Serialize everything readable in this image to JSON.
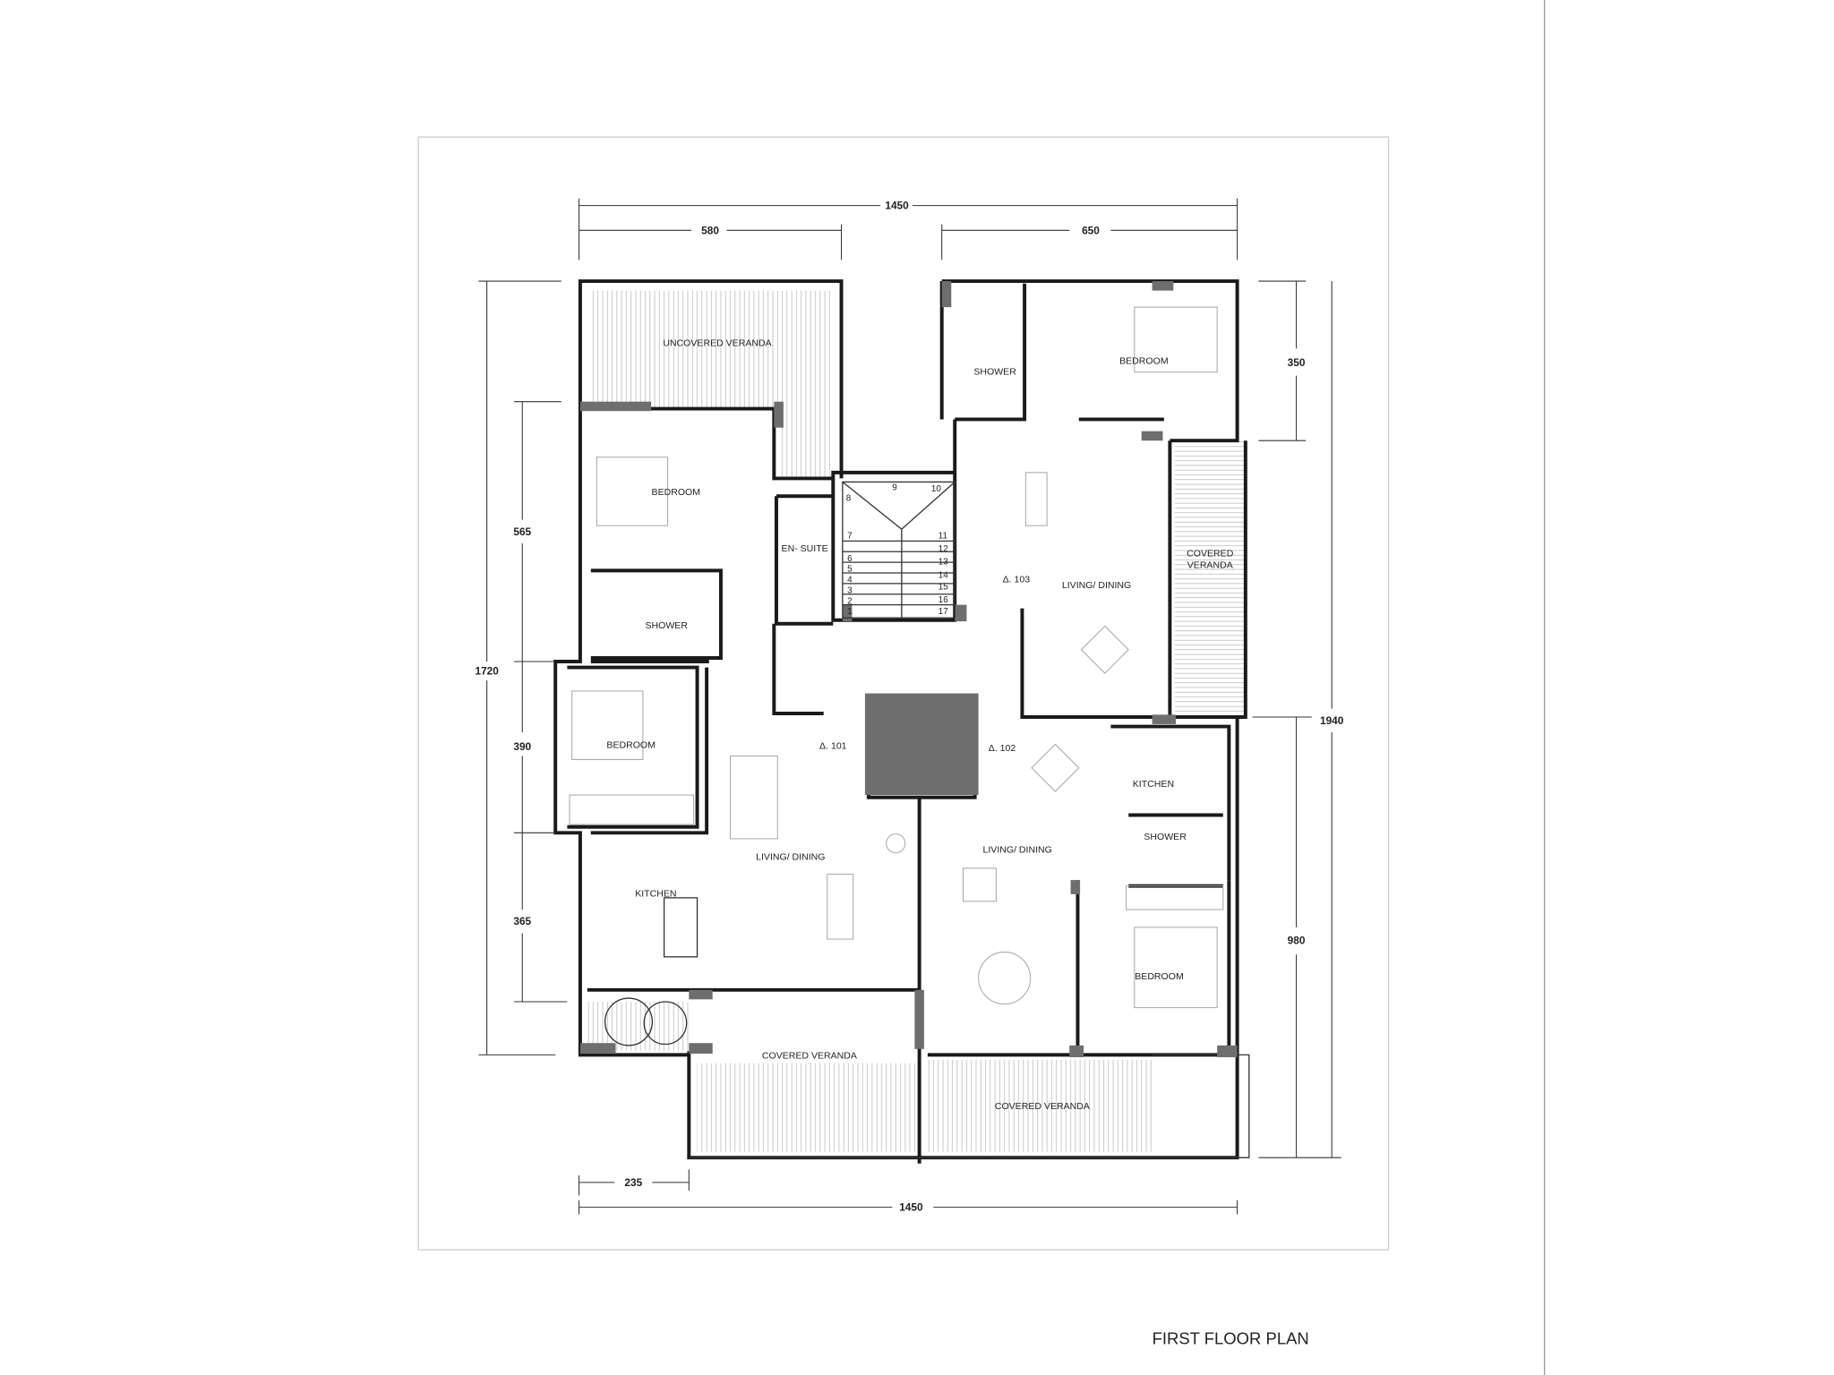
{
  "title": "FIRST FLOOR PLAN",
  "dimensions": {
    "top_total": "1450",
    "top_left": "580",
    "top_right": "650",
    "bottom_left": "235",
    "bottom_total": "1450",
    "left_total": "1720",
    "left_upper": "565",
    "left_middle": "390",
    "left_lower": "365",
    "right_upper": "350",
    "right_total": "1940",
    "right_lower": "980"
  },
  "rooms": {
    "uncovered_veranda": "UNCOVERED VERANDA",
    "bedroom_1": "BEDROOM",
    "en_suite": "EN- SUITE",
    "shower_1": "SHOWER",
    "bedroom_2": "BEDROOM",
    "kitchen_1": "KITCHEN",
    "living_1": "LIVING/ DINING",
    "covered_veranda_1": "COVERED VERANDA",
    "bedroom_3": "BEDROOM",
    "shower_2": "SHOWER",
    "living_3": "LIVING/ DINING",
    "covered_veranda_right_1": "COVERED",
    "covered_veranda_right_2": "VERANDA",
    "kitchen_2": "KITCHEN",
    "shower_3": "SHOWER",
    "living_2": "LIVING/ DINING",
    "bedroom_4": "BEDROOM",
    "covered_veranda_2": "COVERED VERANDA"
  },
  "units": {
    "u101": "Δ. 101",
    "u102": "Δ. 102",
    "u103": "Δ. 103"
  },
  "stairs": [
    "1",
    "2",
    "3",
    "4",
    "5",
    "6",
    "7",
    "8",
    "9",
    "10",
    "11",
    "12",
    "13",
    "14",
    "15",
    "16",
    "17"
  ]
}
